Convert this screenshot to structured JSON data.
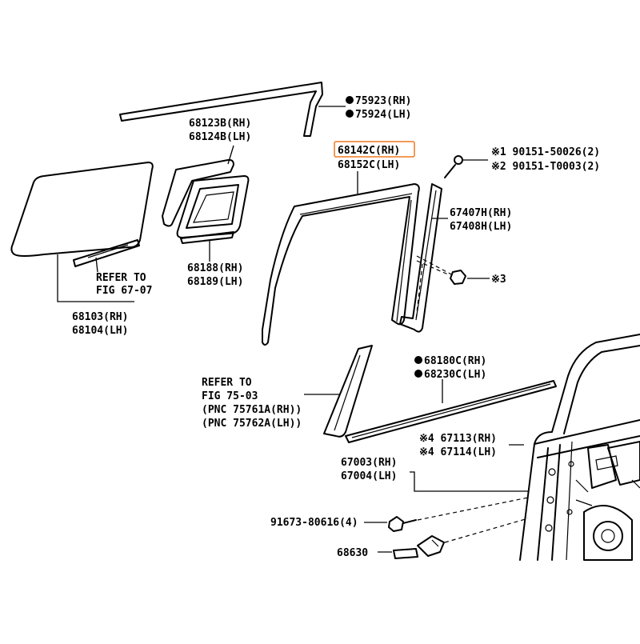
{
  "highlight_color": "#f07820",
  "labels": {
    "p75923": "75923(RH)",
    "p75924": "75924(LH)",
    "p68123b": "68123B(RH)",
    "p68124b": "68124B(LH)",
    "p68142c": "68142C(RH)",
    "p68152c": "68152C(LH)",
    "screw1": "※1 90151-50026(2)",
    "screw2": "※2 90151-T0003(2)",
    "p67407h": "67407H(RH)",
    "p67408h": "67408H(LH)",
    "nut3": "※3",
    "refer1a": "REFER TO",
    "refer1b": "FIG 67-07",
    "p68188": "68188(RH)",
    "p68189": "68189(LH)",
    "p68103": "68103(RH)",
    "p68104": "68104(LH)",
    "p68180c": "68180C(RH)",
    "p68230c": "68230C(LH)",
    "refer2a": "REFER TO",
    "refer2b": "FIG 75-03",
    "refer2c": "(PNC 75761A(RH))",
    "refer2d": "(PNC 75762A(LH))",
    "p67113": "※4 67113(RH)",
    "p67114": "※4 67114(LH)",
    "p67003": "67003(RH)",
    "p67004": "67004(LH)",
    "bolt": "91673-80616(4)",
    "p68630": "68630"
  }
}
